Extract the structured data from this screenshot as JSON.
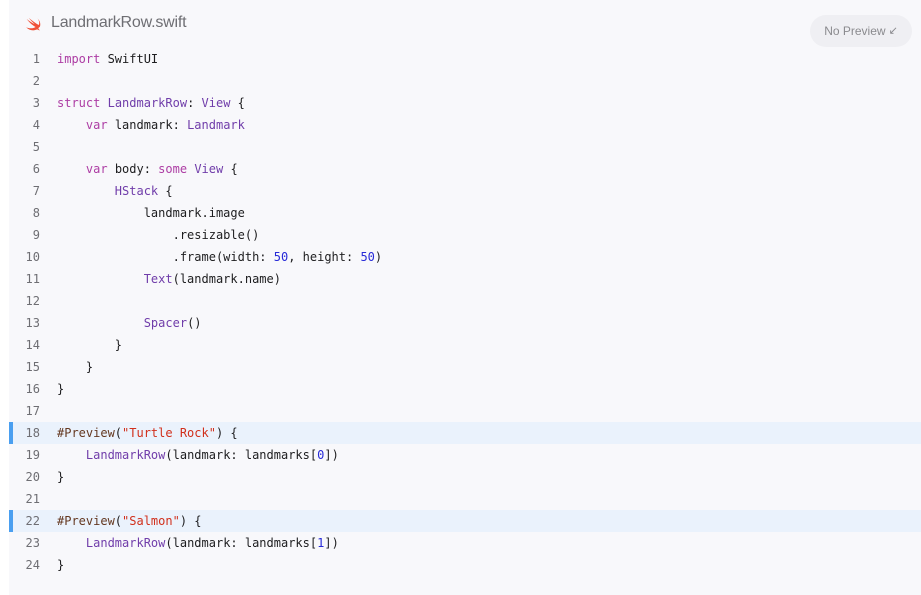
{
  "header": {
    "filename": "LandmarkRow.swift",
    "icon": "swift-logo-icon",
    "preview_button_label": "No Preview",
    "preview_button_icon": "arrow-down-left-icon"
  },
  "colors": {
    "keyword": "#ad3da4",
    "type": "#703daa",
    "number": "#272ad8",
    "string": "#d12f1b",
    "plain": "#1d1d1f",
    "highlight_bar": "#4a9ff0",
    "highlight_bg": "#eaf2fc",
    "swift_orange": "#f05138"
  },
  "code": {
    "lines": [
      {
        "n": "1",
        "hl": false,
        "tokens": [
          {
            "t": "import",
            "c": "kw"
          },
          {
            "t": " SwiftUI",
            "c": "pl"
          }
        ]
      },
      {
        "n": "2",
        "hl": false,
        "tokens": []
      },
      {
        "n": "3",
        "hl": false,
        "tokens": [
          {
            "t": "struct",
            "c": "kw"
          },
          {
            "t": " ",
            "c": "pl"
          },
          {
            "t": "LandmarkRow",
            "c": "ty"
          },
          {
            "t": ": ",
            "c": "pl"
          },
          {
            "t": "View",
            "c": "ty"
          },
          {
            "t": " {",
            "c": "pl"
          }
        ]
      },
      {
        "n": "4",
        "hl": false,
        "tokens": [
          {
            "t": "    ",
            "c": "pl"
          },
          {
            "t": "var",
            "c": "kw"
          },
          {
            "t": " landmark: ",
            "c": "pl"
          },
          {
            "t": "Landmark",
            "c": "ty"
          }
        ]
      },
      {
        "n": "5",
        "hl": false,
        "tokens": []
      },
      {
        "n": "6",
        "hl": false,
        "tokens": [
          {
            "t": "    ",
            "c": "pl"
          },
          {
            "t": "var",
            "c": "kw"
          },
          {
            "t": " body: ",
            "c": "pl"
          },
          {
            "t": "some",
            "c": "kw"
          },
          {
            "t": " ",
            "c": "pl"
          },
          {
            "t": "View",
            "c": "ty"
          },
          {
            "t": " {",
            "c": "pl"
          }
        ]
      },
      {
        "n": "7",
        "hl": false,
        "tokens": [
          {
            "t": "        ",
            "c": "pl"
          },
          {
            "t": "HStack",
            "c": "ty"
          },
          {
            "t": " {",
            "c": "pl"
          }
        ]
      },
      {
        "n": "8",
        "hl": false,
        "tokens": [
          {
            "t": "            landmark.image",
            "c": "pl"
          }
        ]
      },
      {
        "n": "9",
        "hl": false,
        "tokens": [
          {
            "t": "                .resizable()",
            "c": "pl"
          }
        ]
      },
      {
        "n": "10",
        "hl": false,
        "tokens": [
          {
            "t": "                .frame(width: ",
            "c": "pl"
          },
          {
            "t": "50",
            "c": "num"
          },
          {
            "t": ", height: ",
            "c": "pl"
          },
          {
            "t": "50",
            "c": "num"
          },
          {
            "t": ")",
            "c": "pl"
          }
        ]
      },
      {
        "n": "11",
        "hl": false,
        "tokens": [
          {
            "t": "            ",
            "c": "pl"
          },
          {
            "t": "Text",
            "c": "ty"
          },
          {
            "t": "(landmark.name)",
            "c": "pl"
          }
        ]
      },
      {
        "n": "12",
        "hl": false,
        "tokens": []
      },
      {
        "n": "13",
        "hl": false,
        "tokens": [
          {
            "t": "            ",
            "c": "pl"
          },
          {
            "t": "Spacer",
            "c": "ty"
          },
          {
            "t": "()",
            "c": "pl"
          }
        ]
      },
      {
        "n": "14",
        "hl": false,
        "tokens": [
          {
            "t": "        }",
            "c": "pl"
          }
        ]
      },
      {
        "n": "15",
        "hl": false,
        "tokens": [
          {
            "t": "    }",
            "c": "pl"
          }
        ]
      },
      {
        "n": "16",
        "hl": false,
        "tokens": [
          {
            "t": "}",
            "c": "pl"
          }
        ]
      },
      {
        "n": "17",
        "hl": false,
        "tokens": []
      },
      {
        "n": "18",
        "hl": true,
        "tokens": [
          {
            "t": "#Preview",
            "c": "pp"
          },
          {
            "t": "(",
            "c": "pl"
          },
          {
            "t": "\"Turtle Rock\"",
            "c": "str"
          },
          {
            "t": ") {",
            "c": "pl"
          }
        ]
      },
      {
        "n": "19",
        "hl": false,
        "tokens": [
          {
            "t": "    ",
            "c": "pl"
          },
          {
            "t": "LandmarkRow",
            "c": "ty"
          },
          {
            "t": "(landmark: landmarks[",
            "c": "pl"
          },
          {
            "t": "0",
            "c": "num"
          },
          {
            "t": "])",
            "c": "pl"
          }
        ]
      },
      {
        "n": "20",
        "hl": false,
        "tokens": [
          {
            "t": "}",
            "c": "pl"
          }
        ]
      },
      {
        "n": "21",
        "hl": false,
        "tokens": []
      },
      {
        "n": "22",
        "hl": true,
        "tokens": [
          {
            "t": "#Preview",
            "c": "pp"
          },
          {
            "t": "(",
            "c": "pl"
          },
          {
            "t": "\"Salmon\"",
            "c": "str"
          },
          {
            "t": ") {",
            "c": "pl"
          }
        ]
      },
      {
        "n": "23",
        "hl": false,
        "tokens": [
          {
            "t": "    ",
            "c": "pl"
          },
          {
            "t": "LandmarkRow",
            "c": "ty"
          },
          {
            "t": "(landmark: landmarks[",
            "c": "pl"
          },
          {
            "t": "1",
            "c": "num"
          },
          {
            "t": "])",
            "c": "pl"
          }
        ]
      },
      {
        "n": "24",
        "hl": false,
        "tokens": [
          {
            "t": "}",
            "c": "pl"
          }
        ]
      }
    ]
  }
}
